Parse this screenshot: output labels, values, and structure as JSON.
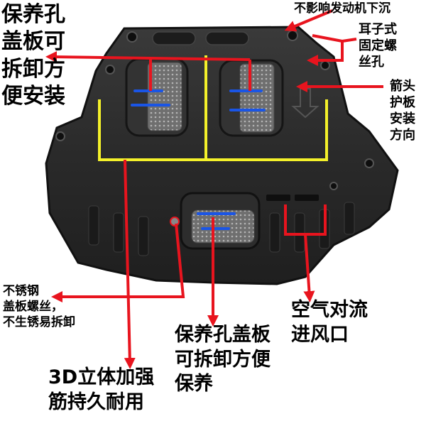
{
  "product": "engine skid plate",
  "colors": {
    "plate": "#2b2b2b",
    "plate_highlight": "#4a4a4a",
    "arrow": "#e8141e",
    "outline_yellow": "#f4f12a",
    "mark_blue": "#1a55e6",
    "mesh": "#8a8a8a"
  },
  "annotations": {
    "top_left": "保养孔\n盖板可\n拆卸方\n便安装",
    "top_right_1": "不影响发动机下沉",
    "top_right_2": "耳子式\n固定螺\n丝孔",
    "right_mid": "箭头\n护板\n安装\n方向",
    "bottom_left": "不锈钢\n盖板螺丝，\n不生锈易拆卸",
    "bottom_left_2": "3D立体加强\n筋持久耐用",
    "bottom_mid": "保养孔盖板\n可拆卸方便\n保养",
    "bottom_right": "空气对流\n进风口"
  }
}
